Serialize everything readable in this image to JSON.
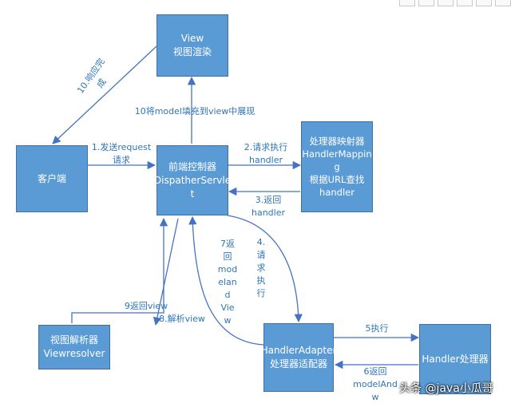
{
  "nodes": {
    "view": [
      "View",
      "视图渲染"
    ],
    "client": [
      "客户端"
    ],
    "dispatcher": [
      "前端控制器",
      "DispatherServle",
      "t"
    ],
    "mapping": [
      "处理器映射器",
      "HandlerMappin",
      "g",
      "根据URL查找",
      "handler"
    ],
    "resolver": [
      "视图解析器",
      "Viewresolver"
    ],
    "adapter": [
      "HandlerAdapter",
      "处理器适配器"
    ],
    "handler": [
      "Handler处理器"
    ]
  },
  "edges": {
    "e1": [
      "1.发送request",
      "请求"
    ],
    "e2": [
      "2.请求执行",
      "handler"
    ],
    "e3": [
      "3.返回",
      "handler"
    ],
    "e4": [
      "4.",
      "请",
      "求",
      "执",
      "行"
    ],
    "e5": "5执行",
    "e6": [
      "6返回",
      "modelAnd",
      "w"
    ],
    "e7": [
      "7返",
      "回",
      "mod",
      "elan",
      "d",
      "Vie",
      "w"
    ],
    "e8": "8.解析view",
    "e9": "9返回view",
    "e10": "10将model填充到view中展现",
    "e11": [
      "10.响应完",
      "成"
    ]
  },
  "watermark": "头条 @java小瓜哥",
  "colors": {
    "node_fill": "#5b9bd5",
    "node_border": "#41719c",
    "arrow": "#4472c4",
    "label": "#2e75b6"
  }
}
